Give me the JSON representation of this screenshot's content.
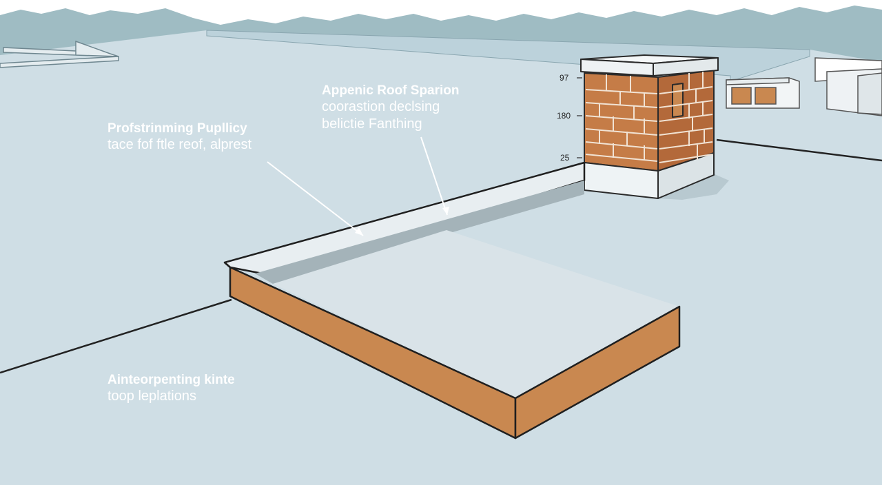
{
  "callouts": {
    "top_right": {
      "title": "Appenic Roof Sparion",
      "line1": "coorastion declsing",
      "line2": "belictie Fanthing"
    },
    "left": {
      "title": "Profstrinming Pupllicy",
      "line1": "tace fof ftle reof, alprest"
    },
    "bottom": {
      "title": "Ainteorpenting kinte",
      "line1": "toop leplations"
    }
  },
  "dimensions": [
    "97",
    "180",
    "25"
  ],
  "colors": {
    "sky": "#ffffff",
    "treeline": "#9fbcc3",
    "roof": "#cfdee5",
    "curb_side": "#c98850",
    "brick": "#c57c47",
    "flashing": "#e8eef1",
    "outline": "#1f1f1f"
  }
}
